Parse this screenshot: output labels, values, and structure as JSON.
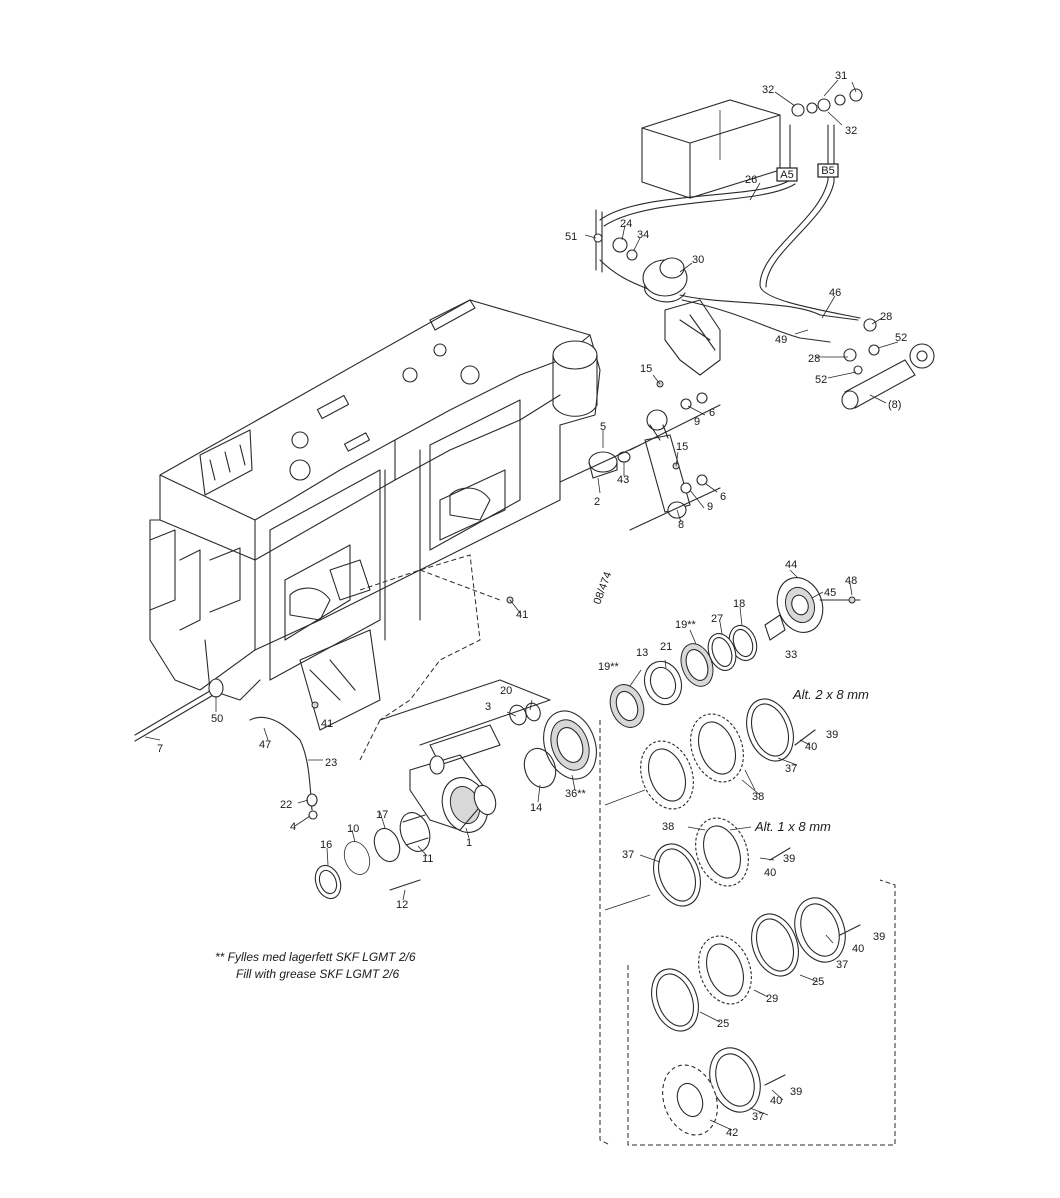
{
  "drawing_ref": "08/474",
  "note": {
    "line1": "** Fylles med lagerfett SKF LGMT 2/6",
    "line2": "Fill with grease SKF LGMT 2/6"
  },
  "alternatives": {
    "alt2": "Alt. 2 x 8 mm",
    "alt1": "Alt. 1 x 8 mm"
  },
  "port_tags": [
    "A5",
    "B5"
  ],
  "callouts": {
    "c31": "31",
    "c32a": "32",
    "c32b": "32",
    "c26": "26",
    "c24": "24",
    "c34": "34",
    "c51": "51",
    "c30": "30",
    "c46": "46",
    "c49": "49",
    "c28a": "28",
    "c52a": "52",
    "c28b": "28",
    "c52b": "52",
    "c8a": "(8)",
    "c15a": "15",
    "c9a": "9",
    "c6a": "6",
    "c5": "5",
    "c43": "43",
    "c2": "2",
    "c15b": "15",
    "c9b": "9",
    "c6b": "6",
    "c8b": "8",
    "c41a": "41",
    "c44": "44",
    "c45": "45",
    "c48": "48",
    "c18": "18",
    "c27": "27",
    "c19a": "19**",
    "c33": "33",
    "c21": "21",
    "c13": "13",
    "c19b": "19**",
    "c20": "20",
    "c3": "3",
    "c50": "50",
    "c7": "7",
    "c47": "47",
    "c41b": "41",
    "c23": "23",
    "c22": "22",
    "c4": "4",
    "c17": "17",
    "c10": "10",
    "c16": "16",
    "c11": "11",
    "c1": "1",
    "c14": "14",
    "c36": "36**",
    "c12": "12",
    "c40a": "40",
    "c39a": "39",
    "c37a": "37",
    "c38a": "38",
    "c38b": "38",
    "c37b": "37",
    "c39b": "39",
    "c40b": "40",
    "c40c": "40",
    "c39c": "39",
    "c37c": "37",
    "c25a": "25",
    "c29": "29",
    "c25b": "25",
    "c40d": "40",
    "c39d": "39",
    "c37d": "37",
    "c42": "42"
  }
}
